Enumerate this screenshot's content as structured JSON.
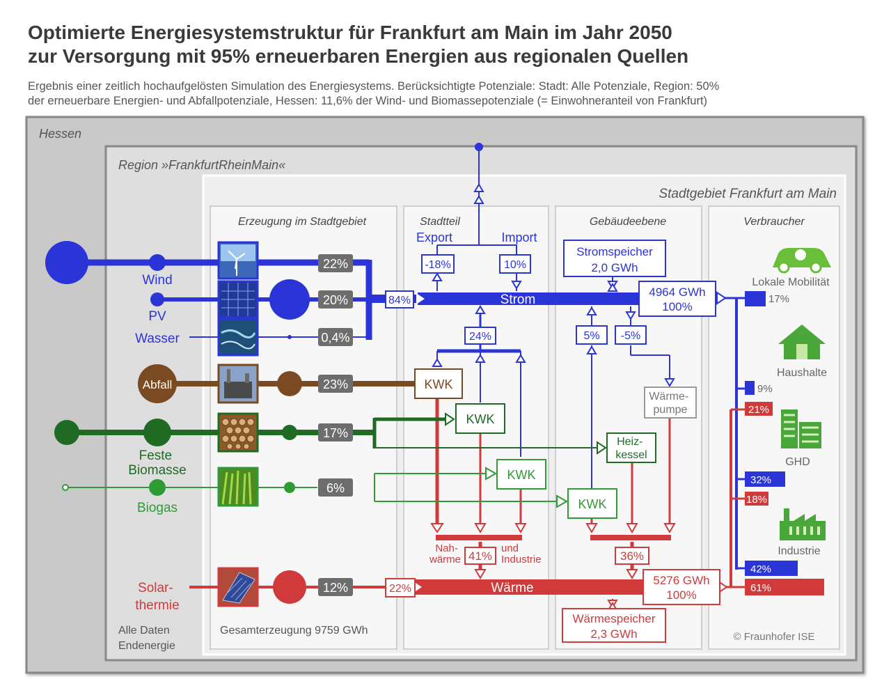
{
  "title": {
    "line1": "Optimierte Energiesystemstruktur für Frankfurt am Main im Jahr 2050",
    "line2": "zur Versorgung mit 95% erneuerbaren Energien aus regionalen Quellen"
  },
  "subtitle": {
    "line1": "Ergebnis einer zeitlich hochaufgelösten Simulation des Energiesystems. Berücksichtigte Potenziale: Stadt: Alle Potenziale, Region: 50%",
    "line2": "der erneuerbare Energien- und Abfallpotenziale, Hessen: 11,6% der Wind- und Biomassepotenziale (= Einwohneranteil von Frankfurt)"
  },
  "areas": {
    "hessen": "Hessen",
    "region": "Region »FrankfurtRheinMain«",
    "stadt": "Stadtgebiet Frankfurt am Main"
  },
  "columns": {
    "erzeugung": "Erzeugung im Stadtgebiet",
    "stadtteil": "Stadtteil",
    "gebaeude": "Gebäudeebene",
    "verbraucher": "Verbraucher"
  },
  "sources": [
    {
      "label": "Wind",
      "share": "22%"
    },
    {
      "label": "PV",
      "share": "20%"
    },
    {
      "label": "Wasser",
      "share": "0,4%"
    },
    {
      "label": "Abfall",
      "share": "23%"
    },
    {
      "label": "Feste\nBiomasse",
      "share": "17%"
    },
    {
      "label": "Biogas",
      "share": "6%"
    },
    {
      "label": "Solar-\nthermie",
      "share": "12%"
    }
  ],
  "strom": {
    "label": "Strom",
    "in_share": "84%",
    "export_label": "Export",
    "export_value": "-18%",
    "import_label": "Import",
    "import_value": "10%",
    "kwk_share": "24%",
    "speicher_line1": "Stromspeicher",
    "speicher_line2": "2,0  GWh",
    "total_line1": "4964 GWh",
    "total_line2": "100%",
    "gebaeude_in": "5%",
    "gebaeude_out": "-5%"
  },
  "waerme": {
    "label": "Wärme",
    "in_share": "22%",
    "nah_left": "Nah-\nwärme",
    "nah_value": "41%",
    "nah_right": "und\nIndustrie",
    "gebaeude_value": "36%",
    "total_line1": "5276 GWh",
    "total_line2": "100%",
    "speicher_line1": "Wärmespeicher",
    "speicher_line2": "2,3  GWh"
  },
  "plants": {
    "kwk": "KWK",
    "heizkessel": "Heiz-\nkessel",
    "waermepumpe": "Wärme-\npumpe"
  },
  "consumers": [
    {
      "label": "Lokale Mobilität",
      "strom": "17%",
      "waerme": ""
    },
    {
      "label": "Haushalte",
      "strom": "9%",
      "waerme": "21%"
    },
    {
      "label": "GHD",
      "strom": "32%",
      "waerme": "18%"
    },
    {
      "label": "Industrie",
      "strom": "42%",
      "waerme": "61%"
    }
  ],
  "footer": {
    "gesamt": "Gesamterzeugung 9759 GWh",
    "alle_daten": "Alle Daten\nEndenergie",
    "copyright": "© Fraunhofer ISE"
  },
  "colors": {
    "strom": "#2b34d6",
    "waerme": "#d03a3a",
    "abfall": "#7a4a22",
    "biomasse": "#1f6b24",
    "biogas": "#2f9b34",
    "percent_box": "#6d6d6d"
  }
}
